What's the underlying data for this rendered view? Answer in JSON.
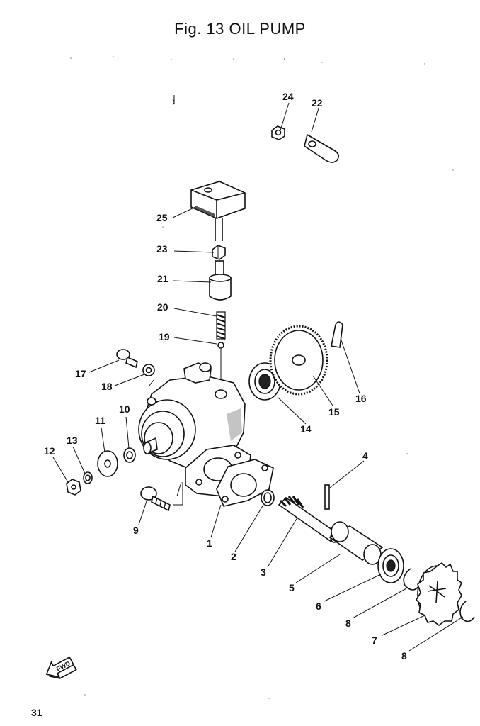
{
  "title": "Fig. 13 OIL PUMP",
  "page_number": "31",
  "fwd_label": "FWD",
  "callouts": [
    "1",
    "2",
    "3",
    "4",
    "5",
    "6",
    "7",
    "8",
    "8",
    "9",
    "10",
    "11",
    "12",
    "13",
    "14",
    "15",
    "16",
    "17",
    "18",
    "19",
    "20",
    "21",
    "22",
    "23",
    "24",
    "25"
  ]
}
